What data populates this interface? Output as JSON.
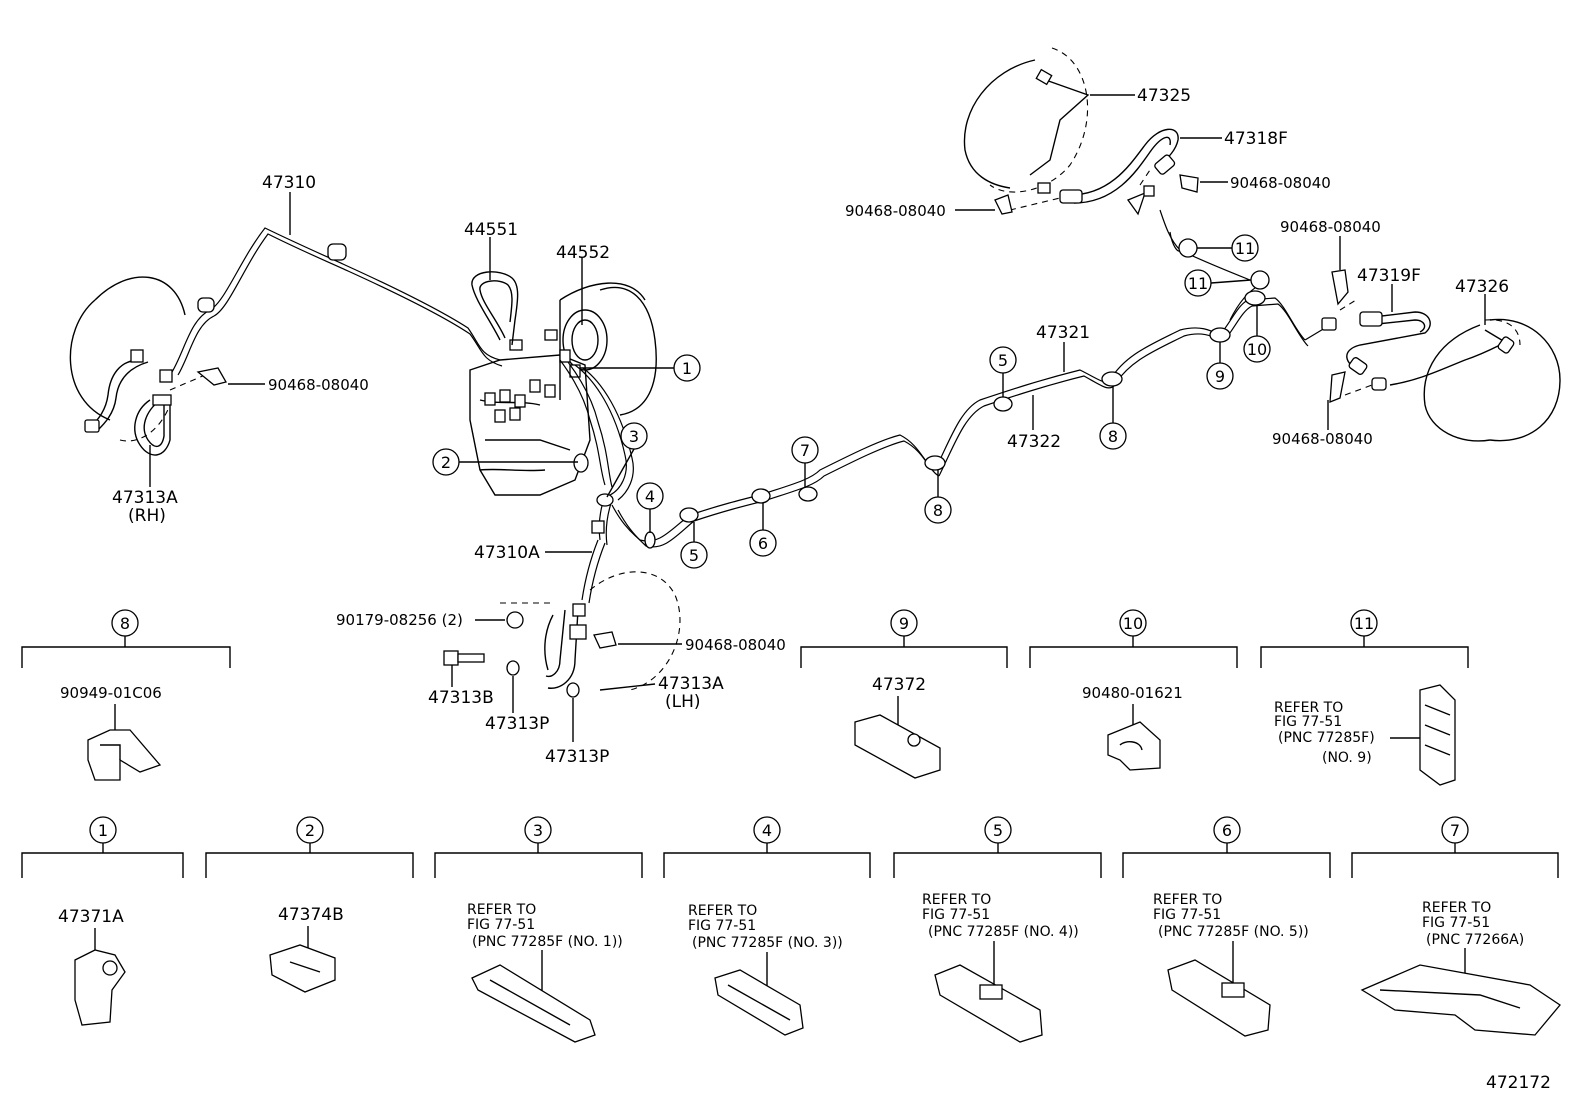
{
  "parts": {
    "p47325": "47325",
    "p47318F": "47318F",
    "p90468_a": "90468-08040",
    "p90468_b": "90468-08040",
    "p90468_c": "90468-08040",
    "p90468_d": "90468-08040",
    "p90468_e": "90468-08040",
    "p90468_f": "90468-08040",
    "p47310": "47310",
    "p44551": "44551",
    "p44552": "44552",
    "p47319F": "47319F",
    "p47326": "47326",
    "p47321": "47321",
    "p47322": "47322",
    "p47313A_rh": "47313A",
    "p47313A_rh_side": "(RH)",
    "p47310A": "47310A",
    "p90179": "90179-08256 (2)",
    "p47313B": "47313B",
    "p47313P_a": "47313P",
    "p47313P_b": "47313P",
    "p47313A_lh": "47313A",
    "p47313A_lh_side": "(LH)"
  },
  "callouts": [
    "1",
    "2",
    "3",
    "4",
    "5",
    "6",
    "7",
    "8",
    "9",
    "10",
    "11"
  ],
  "details": {
    "d8_part": "90949-01C06",
    "d9_part": "47372",
    "d10_part": "90480-01621",
    "d11_ref": [
      "REFER TO",
      "FIG 77-51",
      "(PNC 77285F)",
      "(NO. 9)"
    ],
    "d1_part": "47371A",
    "d2_part": "47374B",
    "d3_ref": [
      "REFER TO",
      "FIG 77-51",
      "(PNC 77285F (NO. 1))"
    ],
    "d4_ref": [
      "REFER TO",
      "FIG 77-51",
      "(PNC 77285F (NO. 3))"
    ],
    "d5_ref": [
      "REFER TO",
      "FIG 77-51",
      "(PNC 77285F (NO. 4))"
    ],
    "d6_ref": [
      "REFER TO",
      "FIG 77-51",
      "(PNC 77285F (NO. 5))"
    ],
    "d7_ref": [
      "REFER TO",
      "FIG 77-51",
      "(PNC 77266A)"
    ]
  },
  "figure_number": "472172"
}
